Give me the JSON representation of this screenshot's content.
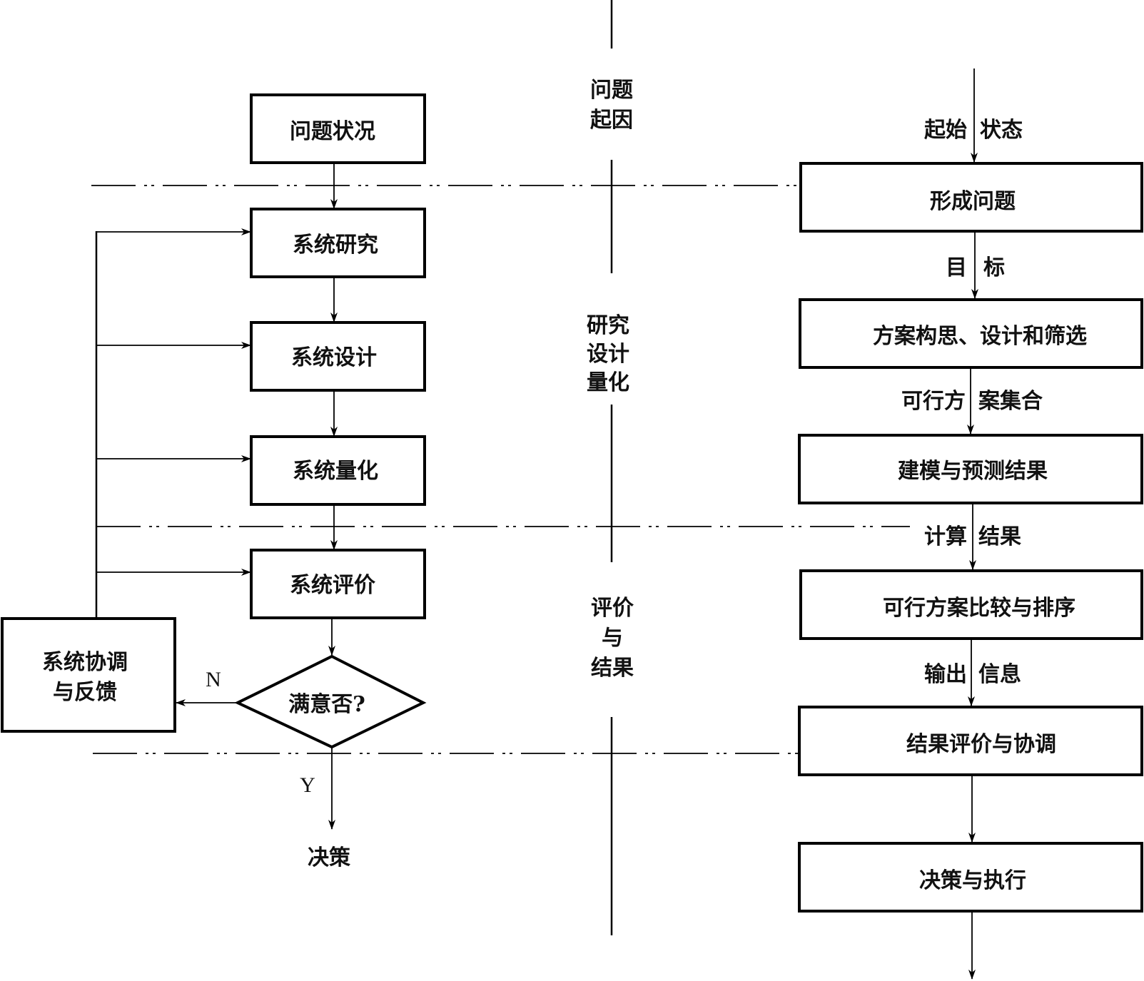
{
  "diagram": {
    "left_flow": {
      "start_box": "问题状况",
      "steps": [
        "系统研究",
        "系统设计",
        "系统量化",
        "系统评价"
      ],
      "decision": "满意否?",
      "feedback_box": [
        "系统协调",
        "与反馈"
      ],
      "no_label": "N",
      "yes_label": "Y",
      "end_label": "决策"
    },
    "center_phases": [
      [
        "问题",
        "起因"
      ],
      [
        "研究",
        "设计",
        "量化"
      ],
      [
        "评价",
        "与",
        "结果"
      ]
    ],
    "right_flow": {
      "input_label": [
        "起始",
        "状态"
      ],
      "boxes": [
        "形成问题",
        "方案构思、设计和筛选",
        "建模与预测结果",
        "可行方案比较与排序",
        "结果评价与协调",
        "决策与执行"
      ],
      "edge_labels": [
        [
          "目",
          "标"
        ],
        [
          "可行方",
          "案集合"
        ],
        [
          "计算",
          "结果"
        ],
        [
          "输出",
          "信息"
        ]
      ]
    }
  }
}
